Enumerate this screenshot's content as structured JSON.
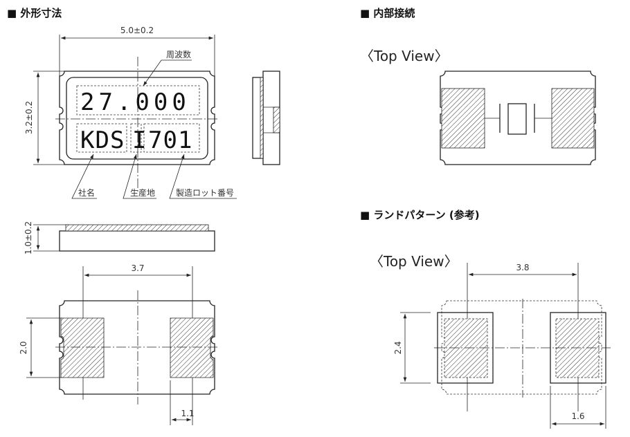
{
  "sections": {
    "outline_title": "■ 外形寸法",
    "internal_title": "■ 内部接続",
    "land_title": "■ ランドパターン (参考)"
  },
  "outline": {
    "width_dim": "5.0±0.2",
    "height_dim": "3.2±0.2",
    "thickness_dim": "1.0±0.2",
    "pad_pitch_dim": "3.7",
    "pad_height_dim": "2.0",
    "pad_width_dim": "1.1",
    "marking_frequency": "27.000",
    "marking_company": "KDS",
    "marking_origin": "I",
    "marking_lot": "701",
    "label_frequency": "周波数",
    "label_company": "社名",
    "label_origin": "生産地",
    "label_lot": "製造ロット番号"
  },
  "internal": {
    "view_label": "〈Top View〉"
  },
  "land": {
    "view_label": "〈Top View〉",
    "pitch_dim": "3.8",
    "height_dim": "2.4",
    "width_dim": "1.6"
  }
}
